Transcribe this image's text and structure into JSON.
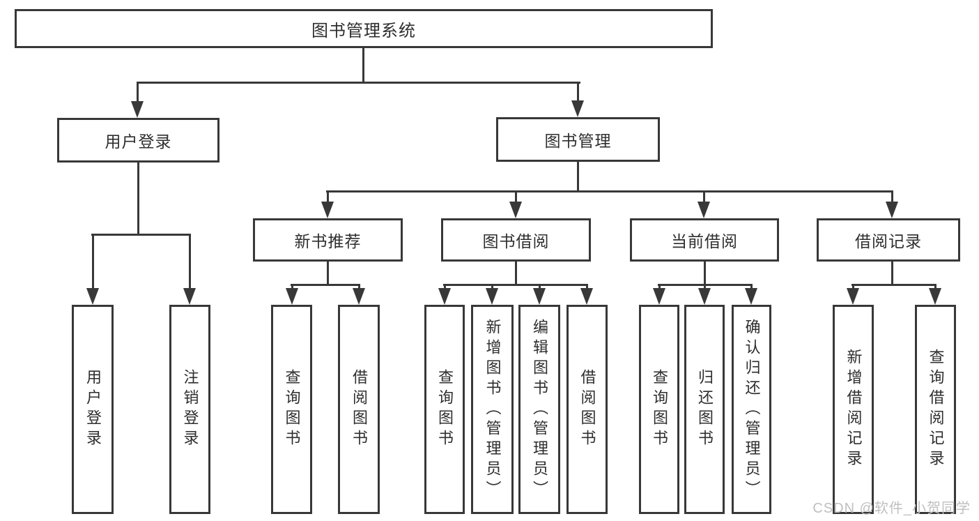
{
  "diagram": {
    "title": "图书管理系统",
    "level2": [
      {
        "id": "user-login",
        "label": "用户登录"
      },
      {
        "id": "book-management",
        "label": "图书管理"
      }
    ],
    "level3": [
      {
        "id": "new-book-recommend",
        "label": "新书推荐"
      },
      {
        "id": "book-borrowing",
        "label": "图书借阅"
      },
      {
        "id": "current-borrowing",
        "label": "当前借阅"
      },
      {
        "id": "borrowing-records",
        "label": "借阅记录"
      }
    ],
    "leaves": {
      "user_login": [
        "用户登录",
        "注销登录"
      ],
      "new_book_recommend": [
        "查询图书",
        "借阅图书"
      ],
      "book_borrowing": [
        "查询图书",
        "新增图书（管理员）",
        "编辑图书（管理员）",
        "借阅图书"
      ],
      "current_borrowing": [
        "查询图书",
        "归还图书",
        "确认归还（管理员）"
      ],
      "borrowing_records": [
        "新增借阅记录",
        "查询借阅记录"
      ]
    }
  },
  "watermark": "CSDN @软件_小贺同学",
  "colors": {
    "line": "#383838",
    "text": "#2e2e2e",
    "watermark": "#bfbfbf",
    "background": "#ffffff"
  }
}
